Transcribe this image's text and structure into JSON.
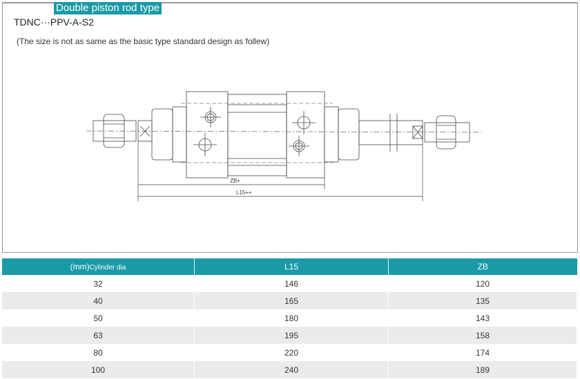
{
  "title": "Double piston rod type",
  "model": "TDNC···PPV-A-S2",
  "note": "(The size is not as same as the basic type standard design as follew)",
  "drawing": {
    "zb_label": "ZB+",
    "l15_label": "L15++"
  },
  "table": {
    "headers": {
      "unit": "(mm)",
      "dia": "Cylinder dia",
      "l15": "L15",
      "zb": "ZB"
    },
    "rows": [
      {
        "dia": "32",
        "l15": "146",
        "zb": "120"
      },
      {
        "dia": "40",
        "l15": "165",
        "zb": "135"
      },
      {
        "dia": "50",
        "l15": "180",
        "zb": "143"
      },
      {
        "dia": "63",
        "l15": "195",
        "zb": "158"
      },
      {
        "dia": "80",
        "l15": "220",
        "zb": "174"
      },
      {
        "dia": "100",
        "l15": "240",
        "zb": "189"
      }
    ]
  },
  "colors": {
    "accent": "#1a9aa6",
    "row_alt": "#ebebeb"
  }
}
